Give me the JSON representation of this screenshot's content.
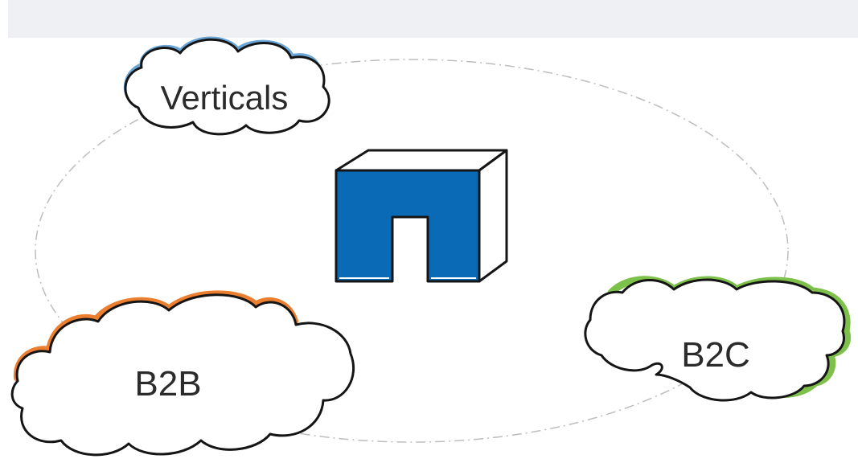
{
  "diagram": {
    "nodes": [
      {
        "id": "verticals",
        "label": "Verticals",
        "accent": "#6aa6d8"
      },
      {
        "id": "b2b",
        "label": "B2B",
        "accent": "#ec7e2f"
      },
      {
        "id": "b2c",
        "label": "B2C",
        "accent": "#7dc04a"
      }
    ],
    "center_logo": {
      "icon": "netapp-logo-icon",
      "face_color": "#0a6ab5",
      "outline_color": "#151515"
    },
    "orbit": {
      "style": "dashed",
      "color": "#bdbdbd"
    }
  }
}
